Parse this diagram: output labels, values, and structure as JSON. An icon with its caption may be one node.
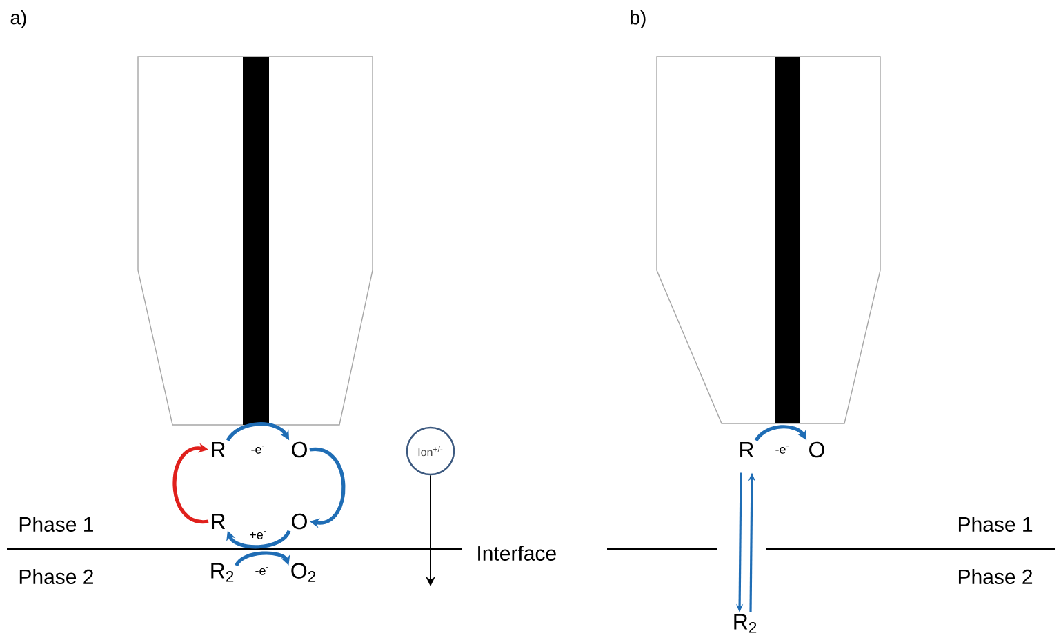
{
  "diagram": {
    "nodes": [
      {
        "text": [
          "R"
        ]
      },
      {
        "text": [
          "O"
        ]
      },
      {
        "text": [
          "R"
        ]
      },
      {
        "text": [
          "O"
        ]
      },
      {
        "text": [
          "R$_{2}$"
        ]
      },
      {
        "text": [
          "O$_{2}$"
        ]
      },
      {
        "text": [
          "Ion$^{+/-}$"
        ]
      },
      {
        "text": [
          "R"
        ]
      },
      {
        "text": [
          "O"
        ]
      },
      {
        "text": [
          "R$_{2}$"
        ]
      }
    ],
    "edges": [
      {
        "from": 0,
        "to": 1,
        "arrow": "to",
        "label": "-e$^{-}$"
      },
      {
        "from": 1,
        "to": 3,
        "arrow": "to"
      },
      {
        "from": 3,
        "to": 2,
        "arrow": "to",
        "label": "+e$^{-}$"
      },
      {
        "from": 2,
        "to": 0,
        "arrow": "to",
        "color": "#e0201c"
      },
      {
        "from": 4,
        "to": 5,
        "arrow": "to",
        "label": "-e$^{-}$"
      },
      {
        "from": 6,
        "to": null,
        "arrow": "to",
        "color": "#000000"
      },
      {
        "from": 7,
        "to": 8,
        "arrow": "to",
        "label": "-e$^{-}$"
      },
      {
        "from": 7,
        "to": 9,
        "arrow": "to"
      },
      {
        "from": 9,
        "to": 7,
        "arrow": "to"
      }
    ],
    "labels": [
      "a)",
      "b)",
      "Phase 1",
      "Phase 2",
      "Interface",
      "Phase 1",
      "Phase 2"
    ]
  }
}
